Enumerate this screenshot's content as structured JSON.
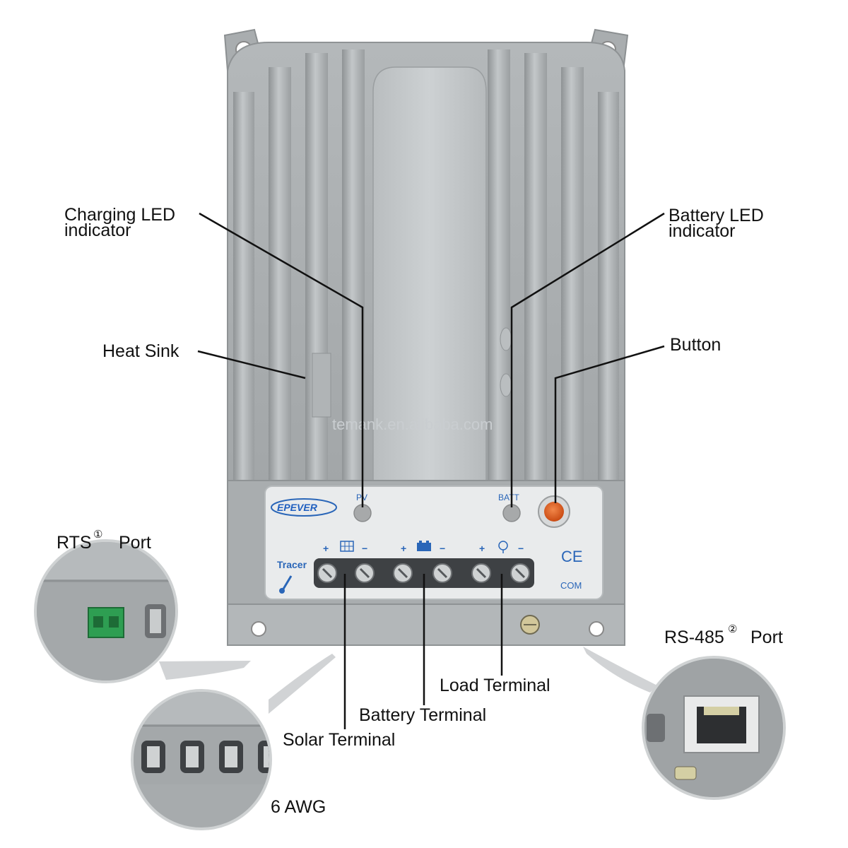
{
  "labels": {
    "charging_led": [
      "Charging  LED",
      "indicator"
    ],
    "battery_led": [
      "Battery  LED",
      "indicator"
    ],
    "heat_sink": "Heat  Sink",
    "button": "Button",
    "rts_port": "RTS",
    "rts_note": "①",
    "rts_port_suffix": "Port",
    "rs485_port": "RS-485",
    "rs485_note": "②",
    "rs485_port_suffix": "Port",
    "load_terminal": "Load  Terminal",
    "battery_terminal": "Battery  Terminal",
    "solar_terminal": "Solar  Terminal",
    "awg": "6  AWG"
  },
  "panel": {
    "brand": "EPEVER",
    "model": "Tracer",
    "pv": "PV",
    "batt": "BATT",
    "com": "COM",
    "ce": "CE",
    "plus": "+",
    "minus": "−"
  },
  "watermark": "temank.en.alibaba.com",
  "colors": {
    "housing": "#a7abad",
    "housing_light": "#bfc3c5",
    "fin_shadow": "#8d9193",
    "panel": "#e8eaeb",
    "button_orange": "#e4611c",
    "terminal_block": "#3e4144",
    "accent_blue": "#2a66b8"
  }
}
